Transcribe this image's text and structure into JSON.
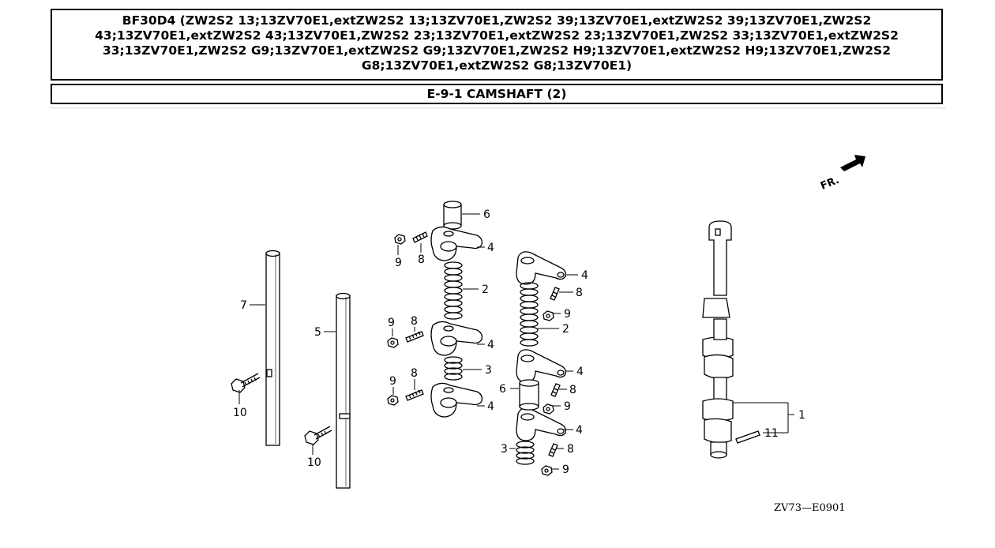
{
  "header": {
    "model_line": "BF30D4 (ZW2S2 13;13ZV70E1,extZW2S2 13;13ZV70E1,ZW2S2 39;13ZV70E1,extZW2S2 39;13ZV70E1,ZW2S2 43;13ZV70E1,extZW2S2 43;13ZV70E1,ZW2S2 23;13ZV70E1,extZW2S2 23;13ZV70E1,ZW2S2 33;13ZV70E1,extZW2S2 33;13ZV70E1,ZW2S2 G9;13ZV70E1,extZW2S2 G9;13ZV70E1,ZW2S2 H9;13ZV70E1,extZW2S2 H9;13ZV70E1,ZW2S2 G8;13ZV70E1,extZW2S2 G8;13ZV70E1)",
    "section_title": "E-9-1 CAMSHAFT (2)"
  },
  "diagram": {
    "direction_marker": "FR.",
    "drawing_code": "ZV73—E0901",
    "callouts": {
      "c7": "7",
      "c5": "5",
      "c10a": "10",
      "c10b": "10",
      "c6a": "6",
      "c4a": "4",
      "c9a": "9",
      "c8a": "8",
      "c2a": "2",
      "c9b": "9",
      "c8b": "8",
      "c4b": "4",
      "c3a": "3",
      "c9c": "9",
      "c8c": "8",
      "c4c": "4",
      "c4d": "4",
      "c8d": "8",
      "c9d": "9",
      "c2b": "2",
      "c4e": "4",
      "c6b": "6",
      "c8e": "8",
      "c9e": "9",
      "c4f": "4",
      "c3b": "3",
      "c8f": "8",
      "c9f": "9",
      "c1": "1",
      "c11": "11"
    }
  }
}
